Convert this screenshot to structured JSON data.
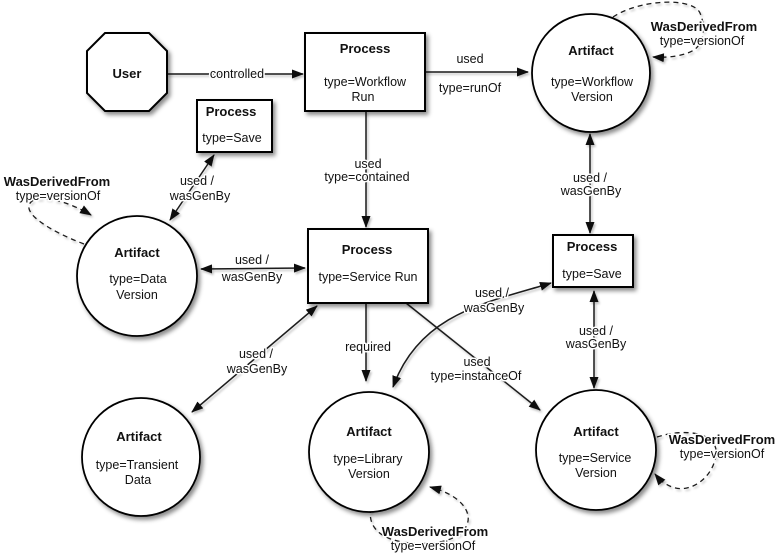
{
  "colors": {
    "background": "#ffffff",
    "node_fill": "#ffffff",
    "node_stroke": "#000000",
    "edge_stroke": "#1c1c1c",
    "text": "#111111"
  },
  "nodes": {
    "user": {
      "label": "User"
    },
    "workflow_run": {
      "title": "Process",
      "line1": "type=Workflow",
      "line2": "Run"
    },
    "save_left": {
      "title": "Process",
      "line1": "type=Save"
    },
    "service_run": {
      "title": "Process",
      "line1": "type=Service Run"
    },
    "save_right": {
      "title": "Process",
      "line1": "type=Save"
    },
    "workflow_version": {
      "title": "Artifact",
      "line1": "type=Workflow",
      "line2": "Version"
    },
    "data_version": {
      "title": "Artifact",
      "line1": "type=Data",
      "line2": "Version"
    },
    "transient_data": {
      "title": "Artifact",
      "line1": "type=Transient",
      "line2": "Data"
    },
    "library_version": {
      "title": "Artifact",
      "line1": "type=Library",
      "line2": "Version"
    },
    "service_version": {
      "title": "Artifact",
      "line1": "type=Service",
      "line2": "Version"
    }
  },
  "edges": {
    "controlled": {
      "label": "controlled"
    },
    "used_runof": {
      "line1": "used",
      "line2": "type=runOf"
    },
    "used_contained": {
      "line1": "used",
      "line2": "type=contained"
    },
    "datav_save": {
      "line1": "used /",
      "line2": "wasGenBy"
    },
    "datav_servicerun": {
      "line1": "used /",
      "line2": "wasGenBy"
    },
    "servicerun_transient": {
      "line1": "used /",
      "line2": "wasGenBy"
    },
    "required": {
      "label": "required"
    },
    "used_instanceof": {
      "line1": "used",
      "line2": "type=instanceOf"
    },
    "library_save": {
      "line1": "used /",
      "line2": "wasGenBy"
    },
    "workflowv_save": {
      "line1": "used /",
      "line2": "wasGenBy"
    },
    "save_servicev": {
      "line1": "used /",
      "line2": "wasGenBy"
    }
  },
  "self_loops": {
    "workflow_version": {
      "line1": "WasDerivedFrom",
      "line2": "type=versionOf"
    },
    "data_version": {
      "line1": "WasDerivedFrom",
      "line2": "type=versionOf"
    },
    "library_version": {
      "line1": "WasDerivedFrom",
      "line2": "type=versionOf"
    },
    "service_version": {
      "line1": "WasDerivedFrom",
      "line2": "type=versionOf"
    }
  }
}
